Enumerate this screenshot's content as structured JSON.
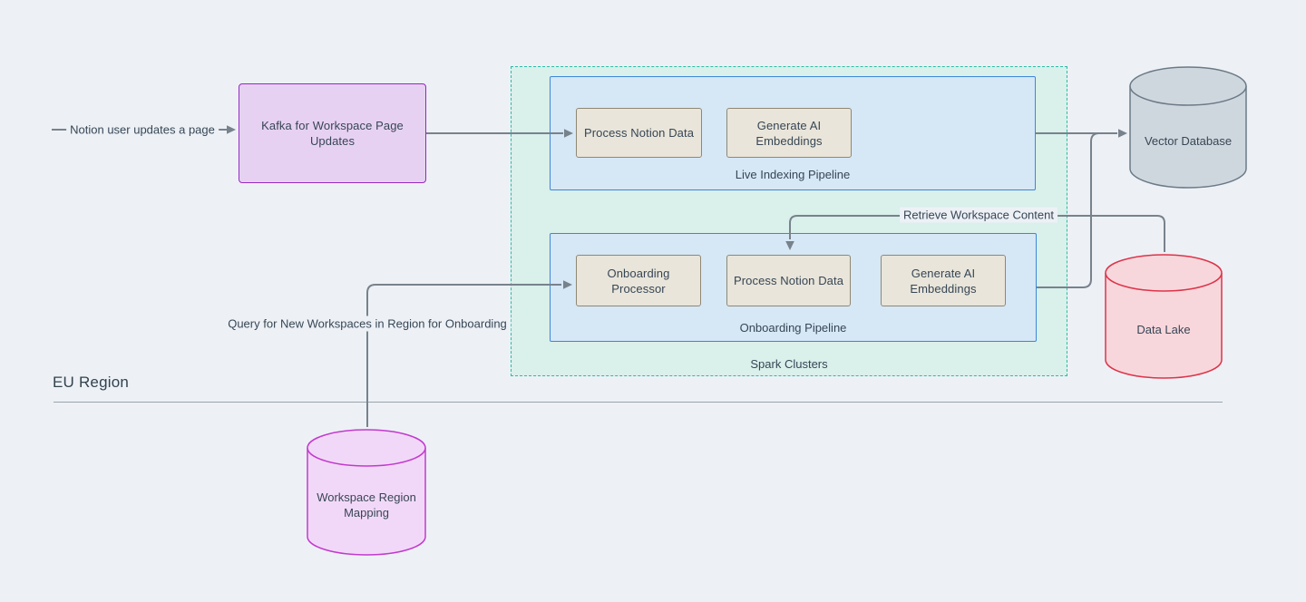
{
  "region": {
    "label": "EU Region"
  },
  "nodes": {
    "kafka": {
      "label": "Kafka for Workspace Page Updates",
      "fill": "#E7D1F3",
      "border": "#9628C3"
    },
    "spark_clusters": {
      "label": "Spark Clusters",
      "fill": "#D9F0EB",
      "border": "#2BBBA4"
    },
    "live_indexing_pipeline": {
      "label": "Live Indexing Pipeline",
      "fill": "#D6E7F6",
      "border": "#3D87D8",
      "steps": [
        "Process Notion Data",
        "Generate AI Embeddings"
      ]
    },
    "onboarding_pipeline": {
      "label": "Onboarding Pipeline",
      "fill": "#D6E7F6",
      "border": "#3D87D8",
      "steps": [
        "Onboarding Processor",
        "Process Notion Data",
        "Generate AI Embeddings"
      ]
    },
    "vector_database": {
      "label": "Vector Database",
      "fill": "#CFD7DE",
      "border": "#6B7A87"
    },
    "data_lake": {
      "label": "Data Lake",
      "fill": "#F8D7DC",
      "border": "#DD3449"
    },
    "workspace_region_mapping": {
      "label": "Workspace Region Mapping",
      "fill": "#F2D8F8",
      "border": "#C23ACE"
    }
  },
  "connections": [
    {
      "label": "Notion user updates a page",
      "to": "kafka"
    },
    {
      "from": "kafka",
      "to": "live_indexing_pipeline"
    },
    {
      "from": "live_indexing_pipeline",
      "to": "vector_database"
    },
    {
      "from": "onboarding_pipeline",
      "to": "vector_database"
    },
    {
      "from": "data_lake",
      "to": "onboarding_pipeline",
      "label": "Retrieve Workspace Content"
    },
    {
      "from": "workspace_region_mapping",
      "to": "onboarding_pipeline",
      "label": "Query for New Workspaces in Region for Onboarding"
    }
  ],
  "styles": {
    "background": "#EDF1F6",
    "line": "#78828C",
    "text": "#374655",
    "step_fill": "#E9E5DA",
    "step_border": "#8F8873"
  }
}
